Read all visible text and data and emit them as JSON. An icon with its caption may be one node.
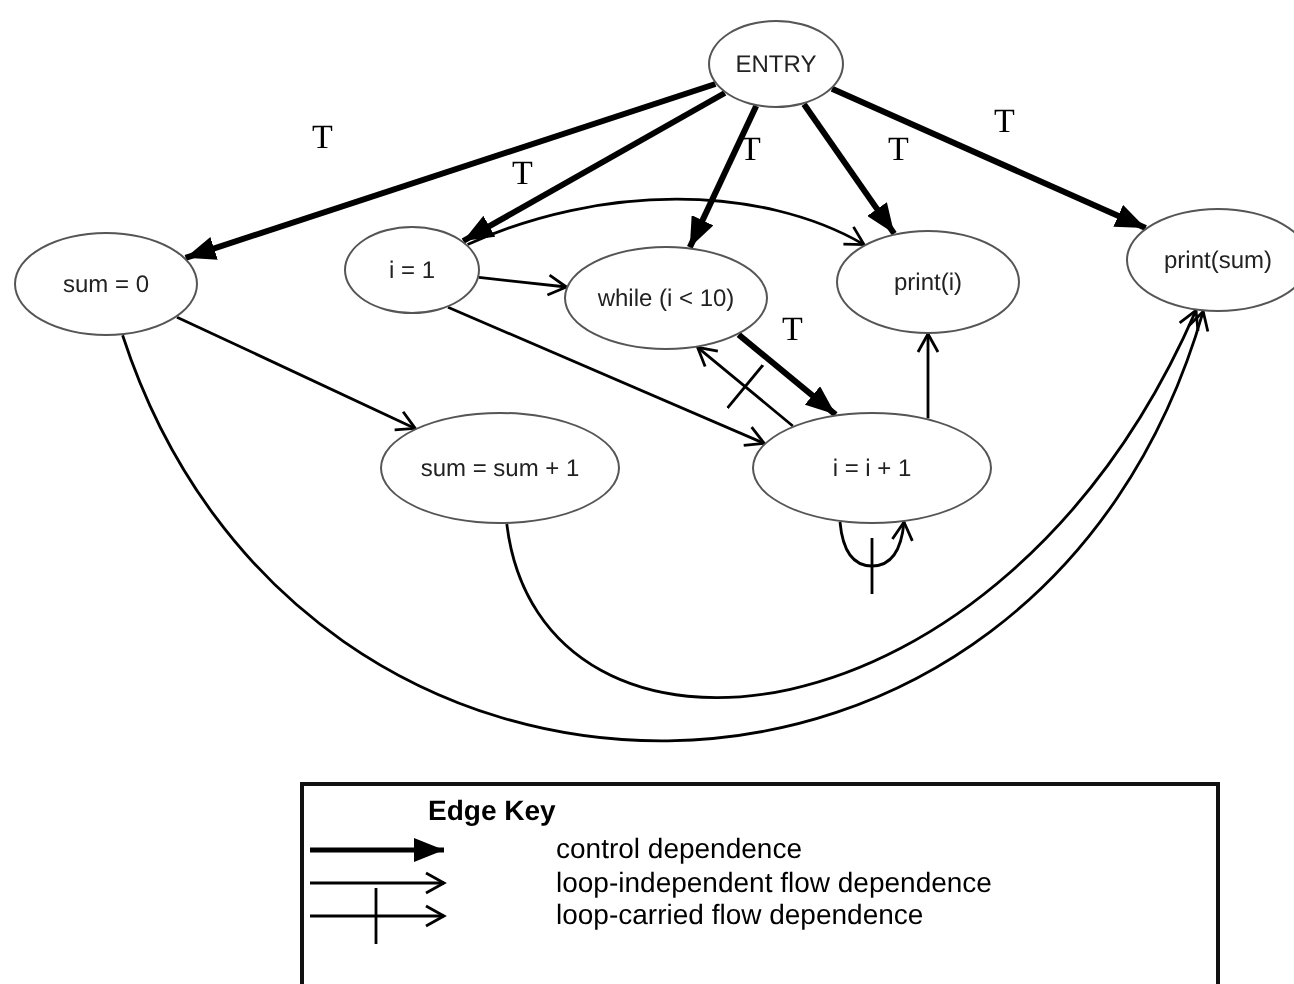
{
  "diagram": {
    "nodes": [
      {
        "text": [
          "ENTRY"
        ]
      },
      {
        "text": [
          "sum = 0"
        ]
      },
      {
        "text": [
          "i = 1"
        ]
      },
      {
        "text": [
          "while (i < 10)"
        ]
      },
      {
        "text": [
          "print(i)"
        ]
      },
      {
        "text": [
          "print(sum)"
        ]
      },
      {
        "text": [
          "sum = sum + 1"
        ]
      },
      {
        "text": [
          "i = i + 1"
        ]
      }
    ],
    "edges": [
      {
        "from": 0,
        "to": 1,
        "arrow": "to",
        "label": "T",
        "style": "thick"
      },
      {
        "from": 0,
        "to": 2,
        "arrow": "to",
        "label": "T",
        "style": "thick"
      },
      {
        "from": 0,
        "to": 3,
        "arrow": "to",
        "label": "T",
        "style": "thick"
      },
      {
        "from": 0,
        "to": 4,
        "arrow": "to",
        "label": "T",
        "style": "thick"
      },
      {
        "from": 0,
        "to": 5,
        "arrow": "to",
        "label": "T",
        "style": "thick"
      },
      {
        "from": 2,
        "to": 4,
        "arrow": "to"
      },
      {
        "from": 2,
        "to": 3,
        "arrow": "to"
      },
      {
        "from": 2,
        "to": 7,
        "arrow": "to"
      },
      {
        "from": 1,
        "to": 6,
        "arrow": "to"
      },
      {
        "from": 3,
        "to": 7,
        "arrow": "to",
        "label": "T",
        "style": "thick"
      },
      {
        "from": 7,
        "to": 3,
        "arrow": "to"
      },
      {
        "from": 7,
        "to": 4,
        "arrow": "to"
      },
      {
        "from": 7,
        "to": 7,
        "arrow": "to"
      },
      {
        "from": 6,
        "to": 5,
        "arrow": "to"
      },
      {
        "from": 1,
        "to": 5,
        "arrow": "to"
      }
    ],
    "labels": [
      "Edge Key"
    ],
    "legend": [
      {
        "text": "control dependence"
      },
      {
        "text": "loop-independent flow dependence"
      },
      {
        "text": "loop-carried flow dependence"
      }
    ]
  }
}
